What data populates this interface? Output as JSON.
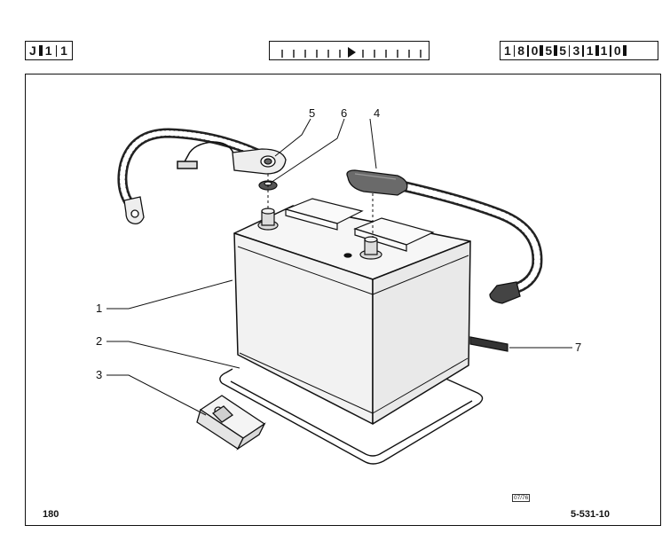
{
  "header": {
    "left_code": [
      "J",
      "1",
      "1"
    ],
    "right_code": [
      "1",
      "8",
      "0",
      "5",
      "5",
      "3",
      "1",
      "1",
      "0"
    ]
  },
  "callouts": [
    "1",
    "2",
    "3",
    "4",
    "5",
    "6",
    "7"
  ],
  "footer": {
    "page_number": "180",
    "reference": "5-531-10",
    "date_stamp": "07/76"
  }
}
